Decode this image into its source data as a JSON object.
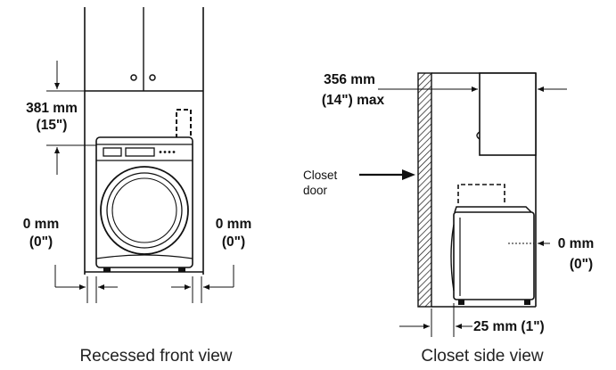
{
  "front_view": {
    "caption": "Recessed front view",
    "top_clearance_mm": "381 mm",
    "top_clearance_in": "(15\")",
    "left_clearance_mm": "0 mm",
    "left_clearance_in": "(0\")",
    "right_clearance_mm": "0 mm",
    "right_clearance_in": "(0\")"
  },
  "side_view": {
    "caption": "Closet side view",
    "cabinet_depth_mm": "356 mm",
    "cabinet_depth_in": "(14\") max",
    "door_label_line1": "Closet",
    "door_label_line2": "door",
    "rear_clearance_mm": "0 mm",
    "rear_clearance_in": "(0\")",
    "front_clearance": "25 mm (1\")"
  },
  "colors": {
    "line": "#111111",
    "background": "#ffffff"
  }
}
